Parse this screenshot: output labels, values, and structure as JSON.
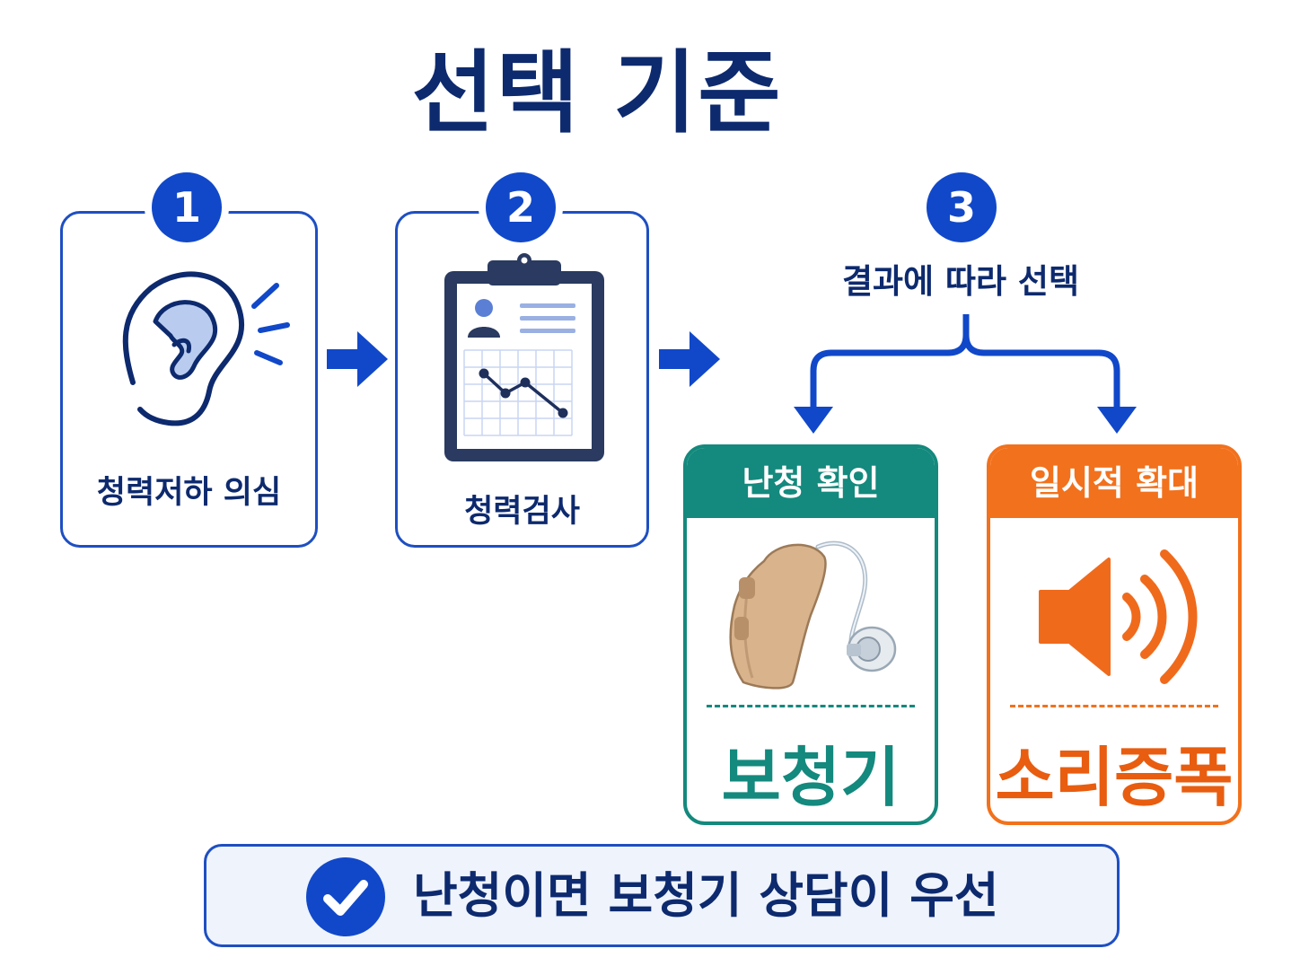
{
  "title": "선택 기준",
  "steps": [
    {
      "number": "1",
      "label": "청력저하 의심",
      "icon": "ear-icon"
    },
    {
      "number": "2",
      "label": "청력검사",
      "icon": "clipboard-chart-icon"
    },
    {
      "number": "3",
      "label": "결과에 따라 선택"
    }
  ],
  "options": [
    {
      "header": "난청 확인",
      "device": "보청기",
      "icon": "hearing-aid-icon",
      "color": "#14897d"
    },
    {
      "header": "일시적 확대",
      "device": "소리증폭기",
      "icon": "speaker-icon",
      "color": "#f2711c"
    }
  ],
  "note": {
    "text": "난청이면 보청기 상담이 우선",
    "icon": "check-icon"
  },
  "colors": {
    "primary": "#1148c9",
    "navy": "#0d2a6e",
    "teal": "#14897d",
    "orange": "#f2711c"
  }
}
